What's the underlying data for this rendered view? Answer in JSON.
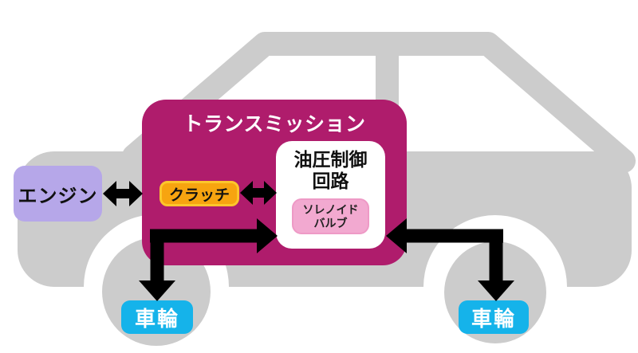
{
  "diagram": {
    "title": "トランスミッション",
    "nodes": {
      "engine": "エンジン",
      "clutch": "クラッチ",
      "hydraulic_line1": "油圧制御",
      "hydraulic_line2": "回路",
      "solenoid_line1": "ソレノイド",
      "solenoid_line2": "バルブ",
      "front_wheel": "車輪",
      "rear_wheel": "車輪"
    },
    "connections": [
      "engine <-> transmission/clutch",
      "clutch <-> hydraulic-control-circuit",
      "transmission -> front-wheel (branch -> hydraulic-control-circuit)",
      "hydraulic-control-circuit <- elbow -> rear-wheel"
    ]
  },
  "colors": {
    "transmission_bg": "#af1c6c",
    "engine_bg": "#b6a7e9",
    "clutch_bg": "#f7a410",
    "clutch_border": "#fcc62c",
    "solenoid_bg": "#f2a9d0",
    "solenoid_border": "#ee9ac6",
    "wheel_bg": "#15b3ea",
    "car_body": "#cccccc",
    "arrow": "#000000",
    "title_text": "#ffffff",
    "label_text": "#111111"
  }
}
